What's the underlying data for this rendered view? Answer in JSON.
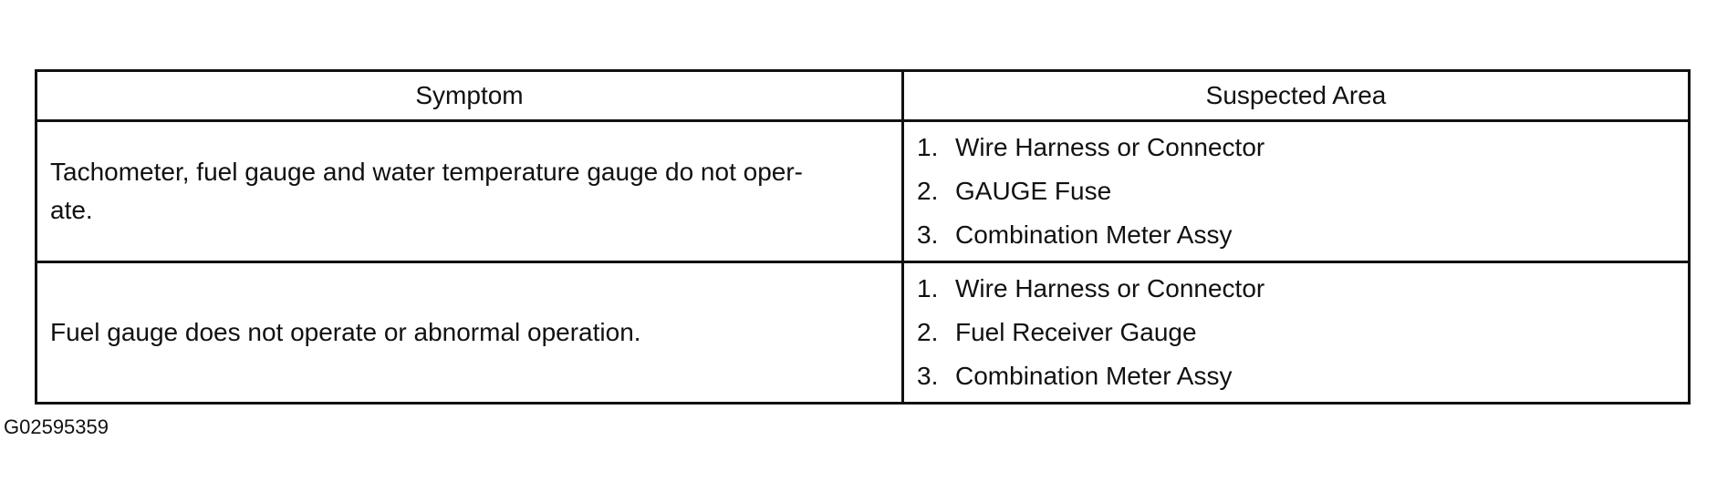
{
  "table": {
    "headers": {
      "symptom": "Symptom",
      "suspected_area": "Suspected Area"
    },
    "rows": [
      {
        "symptom_lines": [
          "Tachometer, fuel gauge and water temperature gauge do not oper-",
          "ate."
        ],
        "areas": [
          {
            "num": "1.",
            "text": "Wire Harness or Connector"
          },
          {
            "num": "2.",
            "text": "GAUGE Fuse"
          },
          {
            "num": "3.",
            "text": "Combination Meter Assy"
          }
        ]
      },
      {
        "symptom_lines": [
          "Fuel gauge does not operate or abnormal operation."
        ],
        "areas": [
          {
            "num": "1.",
            "text": "Wire Harness or Connector"
          },
          {
            "num": "2.",
            "text": "Fuel Receiver Gauge"
          },
          {
            "num": "3.",
            "text": "Combination Meter Assy"
          }
        ]
      }
    ]
  },
  "figure_id": "G02595359"
}
